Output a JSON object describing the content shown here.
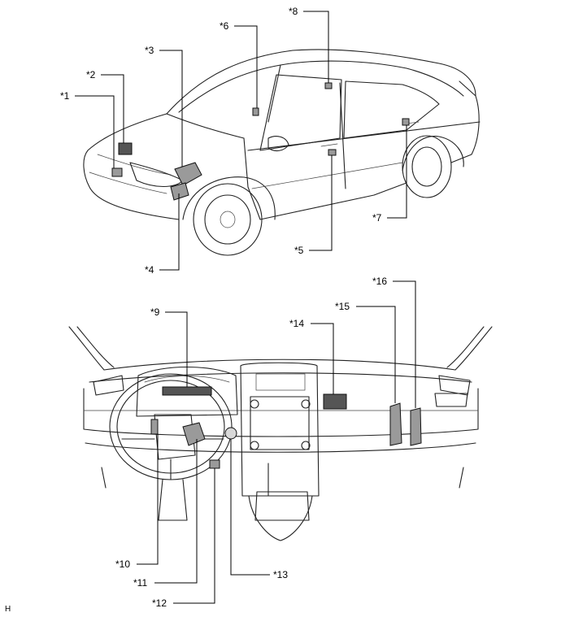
{
  "callouts": [
    {
      "id": "c1",
      "label": "*1"
    },
    {
      "id": "c2",
      "label": "*2"
    },
    {
      "id": "c3",
      "label": "*3"
    },
    {
      "id": "c4",
      "label": "*4"
    },
    {
      "id": "c5",
      "label": "*5"
    },
    {
      "id": "c6",
      "label": "*6"
    },
    {
      "id": "c7",
      "label": "*7"
    },
    {
      "id": "c8",
      "label": "*8"
    },
    {
      "id": "c9",
      "label": "*9"
    },
    {
      "id": "c10",
      "label": "*10"
    },
    {
      "id": "c11",
      "label": "*11"
    },
    {
      "id": "c12",
      "label": "*12"
    },
    {
      "id": "c13",
      "label": "*13"
    },
    {
      "id": "c14",
      "label": "*14"
    },
    {
      "id": "c15",
      "label": "*15"
    },
    {
      "id": "c16",
      "label": "*16"
    }
  ],
  "corner_mark": "H",
  "colors": {
    "line": "#000000",
    "part_fill": "#9a9a9a",
    "background": "#ffffff"
  }
}
